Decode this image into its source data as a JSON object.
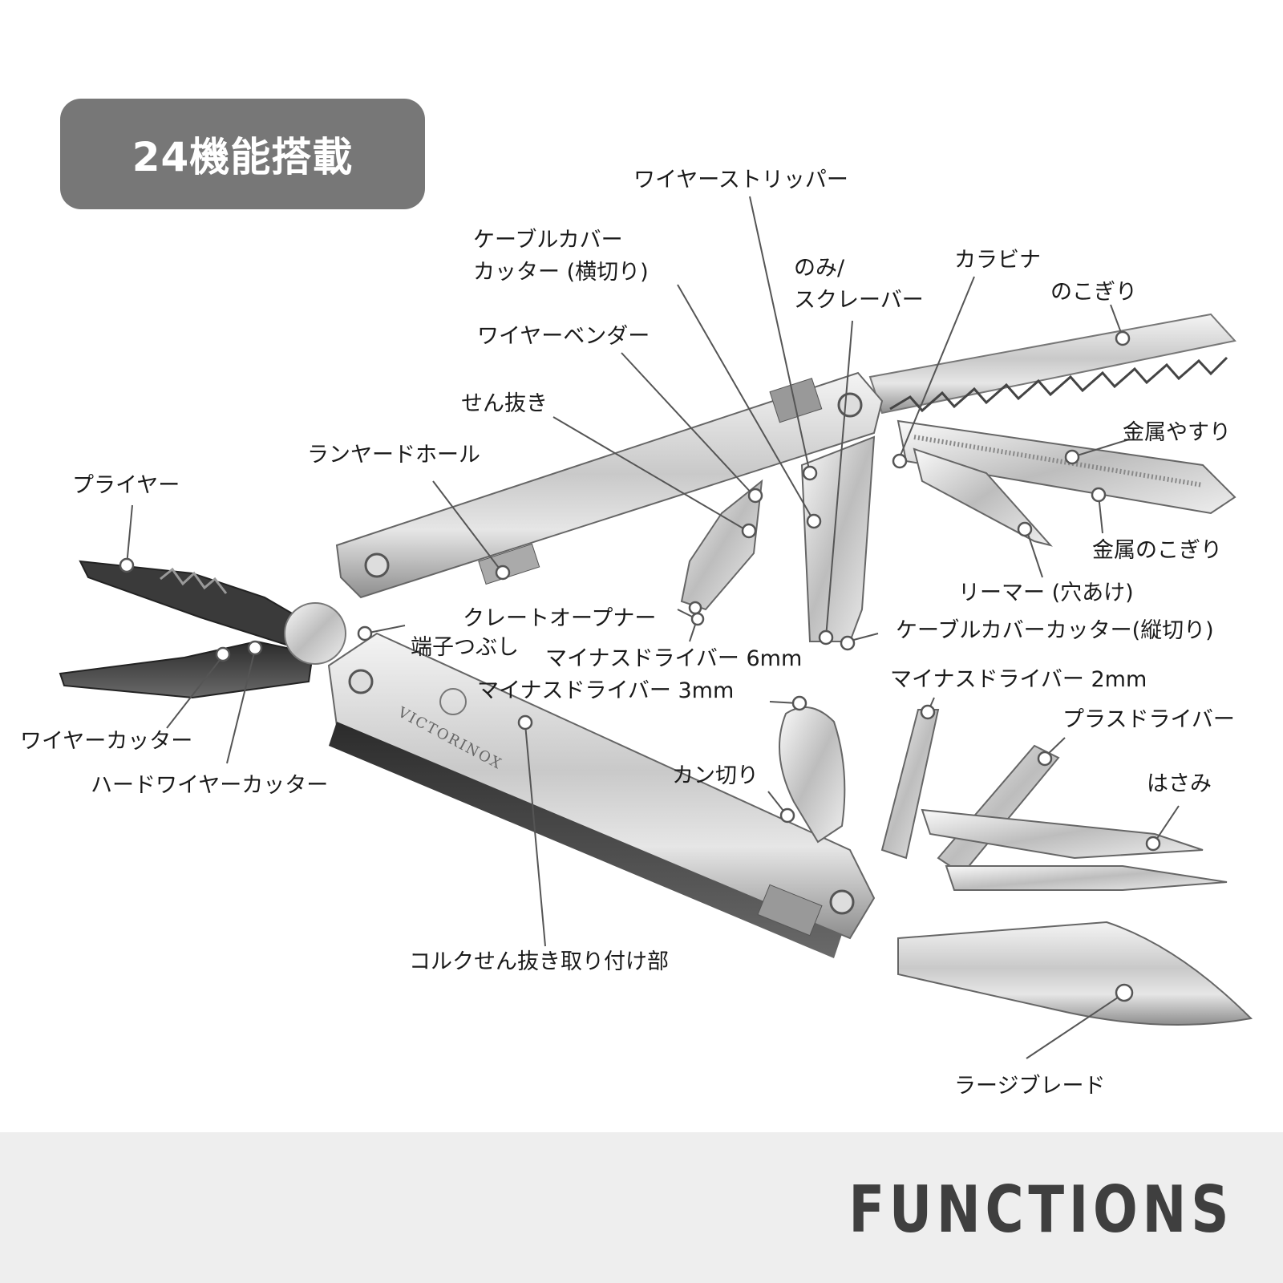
{
  "badge": {
    "text": "24機能搭載"
  },
  "labels": {
    "wire_stripper": "ワイヤーストリッパー",
    "cable_cover_cutter_h": "ケーブルカバー\nカッター (横切り)",
    "chisel_scraper": "のみ/\nスクレーバー",
    "carabiner": "カラビナ",
    "saw": "のこぎり",
    "wire_bender": "ワイヤーベンダー",
    "bottle_opener": "せん抜き",
    "metal_file": "金属やすり",
    "lanyard_hole": "ランヤードホール",
    "pliers": "プライヤー",
    "metal_saw": "金属のこぎり",
    "reamer": "リーマー (穴あけ)",
    "crate_opener": "クレートオープナー",
    "cable_cover_cutter_v": "ケーブルカバーカッター(縦切り)",
    "crimper": "端子つぶし",
    "screwdriver_6mm": "マイナスドライバー 6mm",
    "screwdriver_3mm": "マイナスドライバー 3mm",
    "screwdriver_2mm": "マイナスドライバー 2mm",
    "phillips": "プラスドライバー",
    "wire_cutter": "ワイヤーカッター",
    "hard_wire_cutter": "ハードワイヤーカッター",
    "can_opener": "カン切り",
    "scissors": "はさみ",
    "corkscrew_mount": "コルクせん抜き取り付け部",
    "large_blade": "ラージブレード"
  },
  "brand": {
    "logo_text": "VICTORINOX"
  },
  "footer": {
    "text": "FUNCTIONS"
  }
}
